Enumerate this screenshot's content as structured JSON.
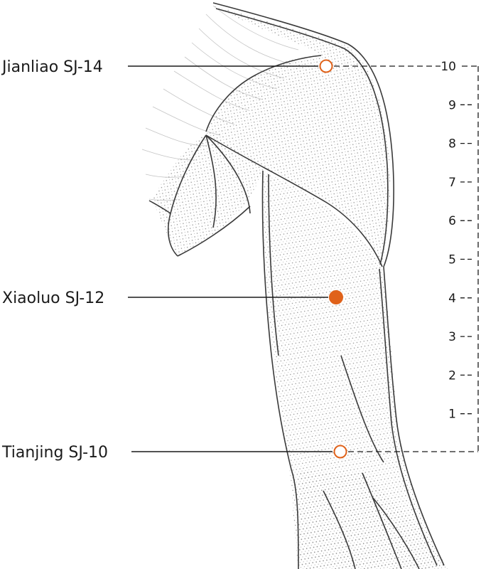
{
  "points": [
    {
      "id": "jianliao",
      "label": "Jianliao SJ-14",
      "marker": "open"
    },
    {
      "id": "xiaoluo",
      "label": "Xiaoluo SJ-12",
      "marker": "filled"
    },
    {
      "id": "tianjing",
      "label": "Tianjing SJ-10",
      "marker": "open"
    }
  ],
  "scale": {
    "numbers": [
      "10",
      "9",
      "8",
      "7",
      "6",
      "5",
      "4",
      "3",
      "2",
      "1"
    ]
  },
  "colors": {
    "accent": "#e0621a",
    "line": "#1a1a1a",
    "stipple": "#9a9a9a",
    "contour": "#3a3a3a"
  }
}
